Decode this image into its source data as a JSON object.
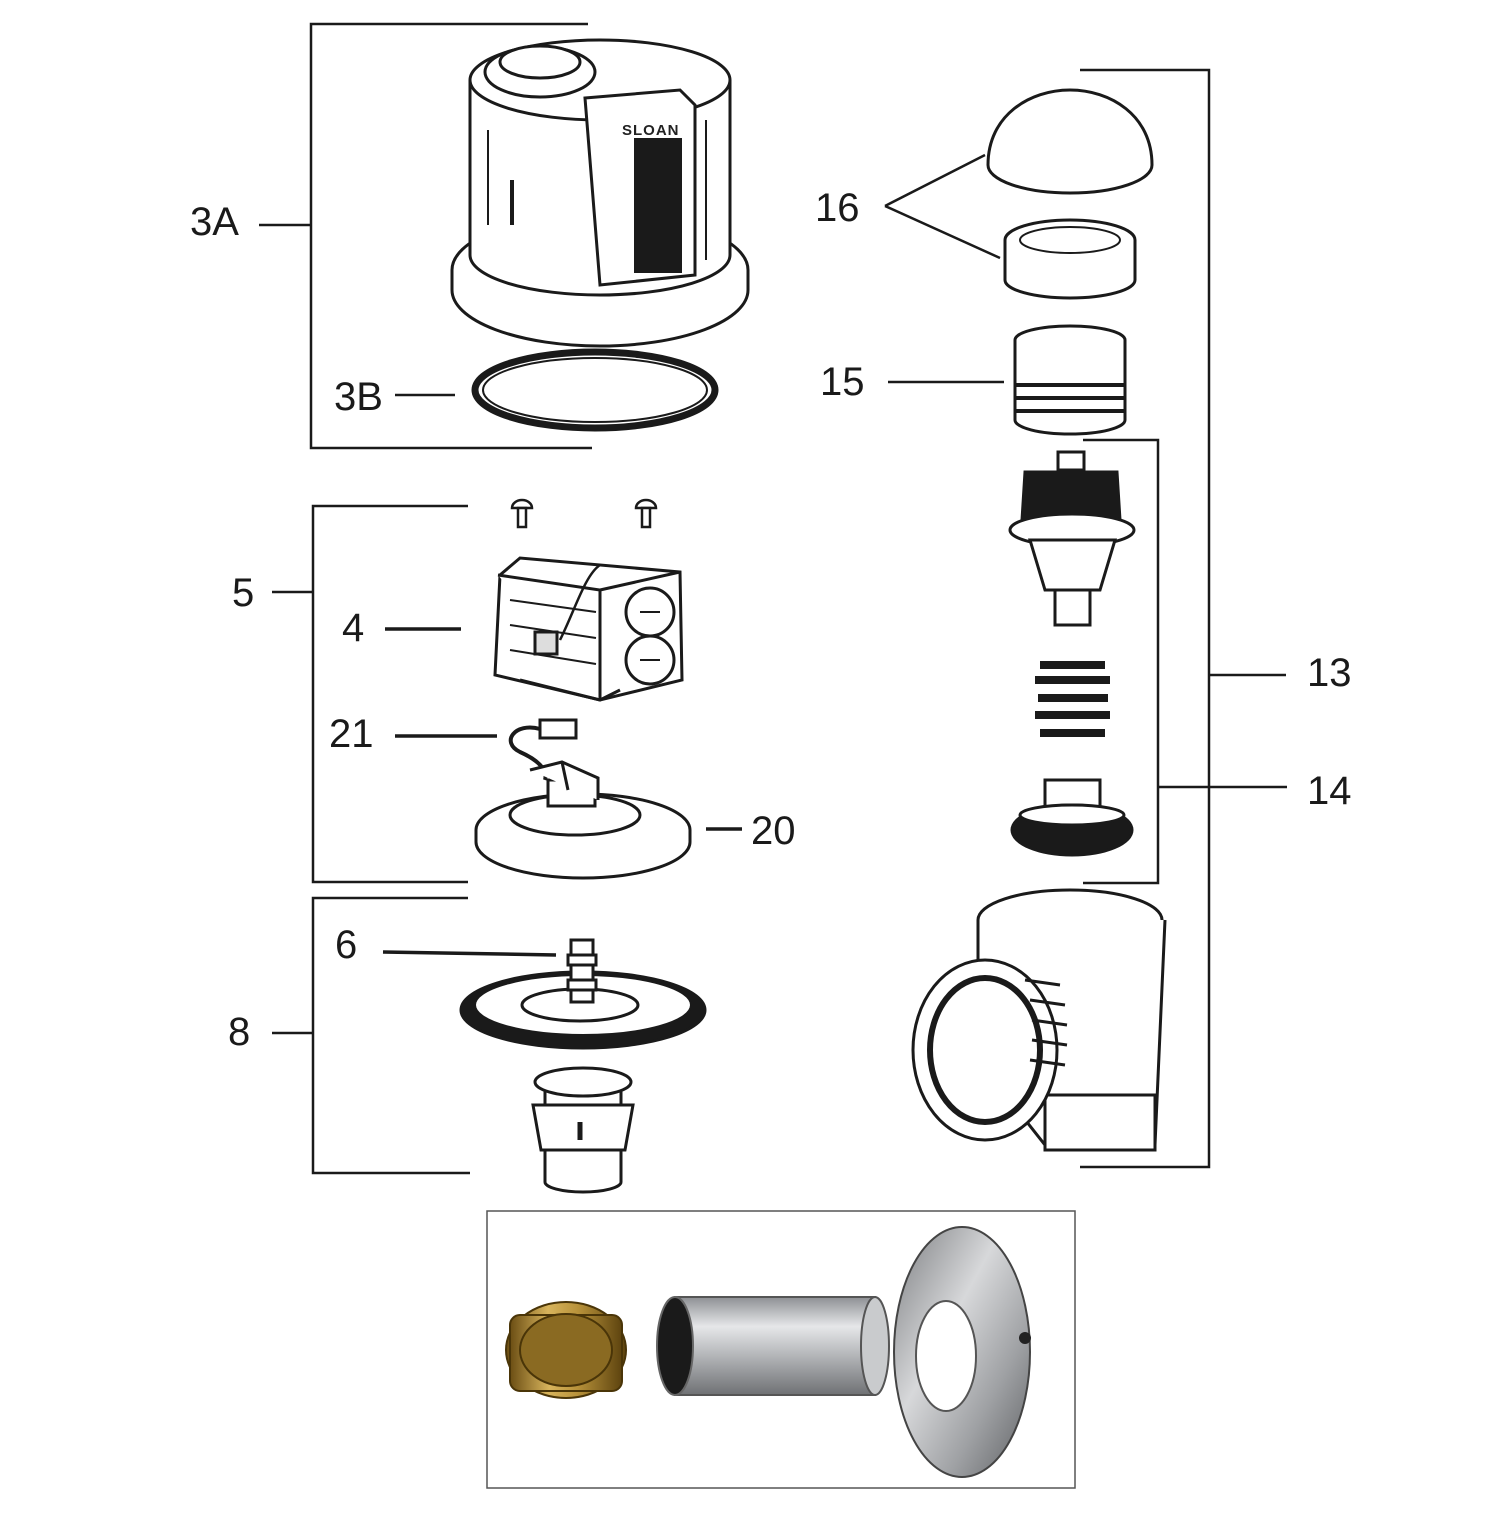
{
  "callouts": {
    "c3a": "3A",
    "c3b": "3B",
    "c5": "5",
    "c4": "4",
    "c21": "21",
    "c20": "20",
    "c6": "6",
    "c8": "8",
    "c16": "16",
    "c15": "15",
    "c13": "13",
    "c14": "14"
  },
  "brand_text": "SLOAN",
  "colors": {
    "line": "#1a1a1a",
    "brass": "#b8923a",
    "chrome": "#b9bbbe"
  }
}
